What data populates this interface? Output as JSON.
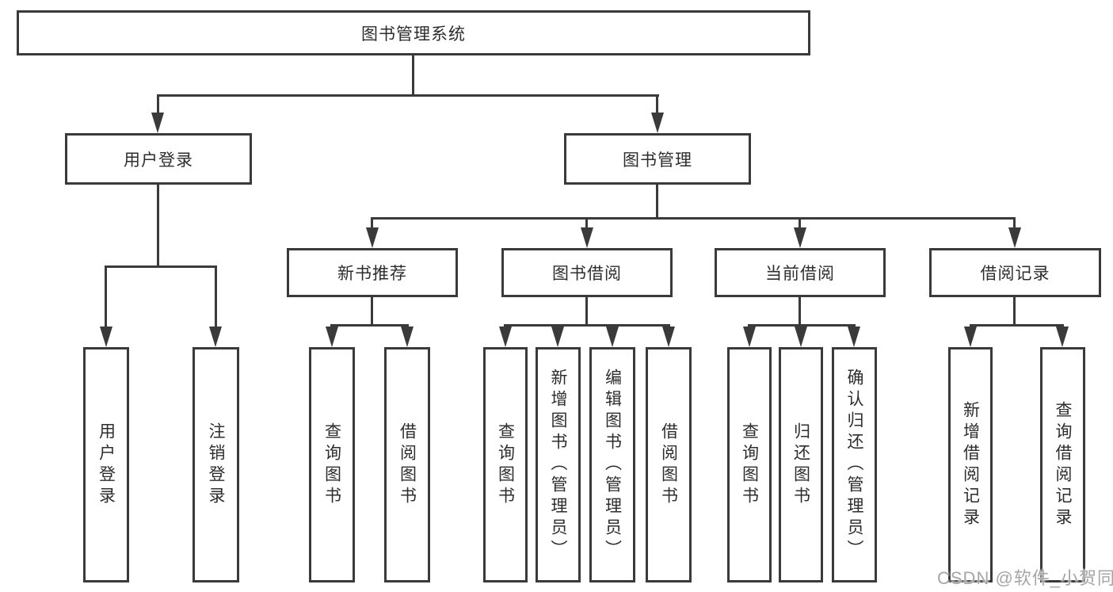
{
  "tree": {
    "root": {
      "label": "图书管理系统"
    },
    "branches": [
      {
        "label": "用户登录",
        "children": [
          {
            "label": "用户登录"
          },
          {
            "label": "注销登录"
          }
        ]
      },
      {
        "label": "图书管理",
        "children": [
          {
            "label": "新书推荐",
            "children": [
              {
                "label": "查询图书"
              },
              {
                "label": "借阅图书"
              }
            ]
          },
          {
            "label": "图书借阅",
            "children": [
              {
                "label": "查询图书"
              },
              {
                "label": "新增图书（管理员）"
              },
              {
                "label": "编辑图书（管理员）"
              },
              {
                "label": "借阅图书"
              }
            ]
          },
          {
            "label": "当前借阅",
            "children": [
              {
                "label": "查询图书"
              },
              {
                "label": "归还图书"
              },
              {
                "label": "确认归还（管理员）"
              }
            ]
          },
          {
            "label": "借阅记录",
            "children": [
              {
                "label": "新增借阅记录"
              },
              {
                "label": "查询借阅记录"
              }
            ]
          }
        ]
      }
    ]
  },
  "watermark": "CSDN @软件_小贺同学",
  "colors": {
    "line": "#3a3a3a",
    "text": "#2d2d2d",
    "background": "#ffffff",
    "watermark": "#a6a6a6"
  }
}
